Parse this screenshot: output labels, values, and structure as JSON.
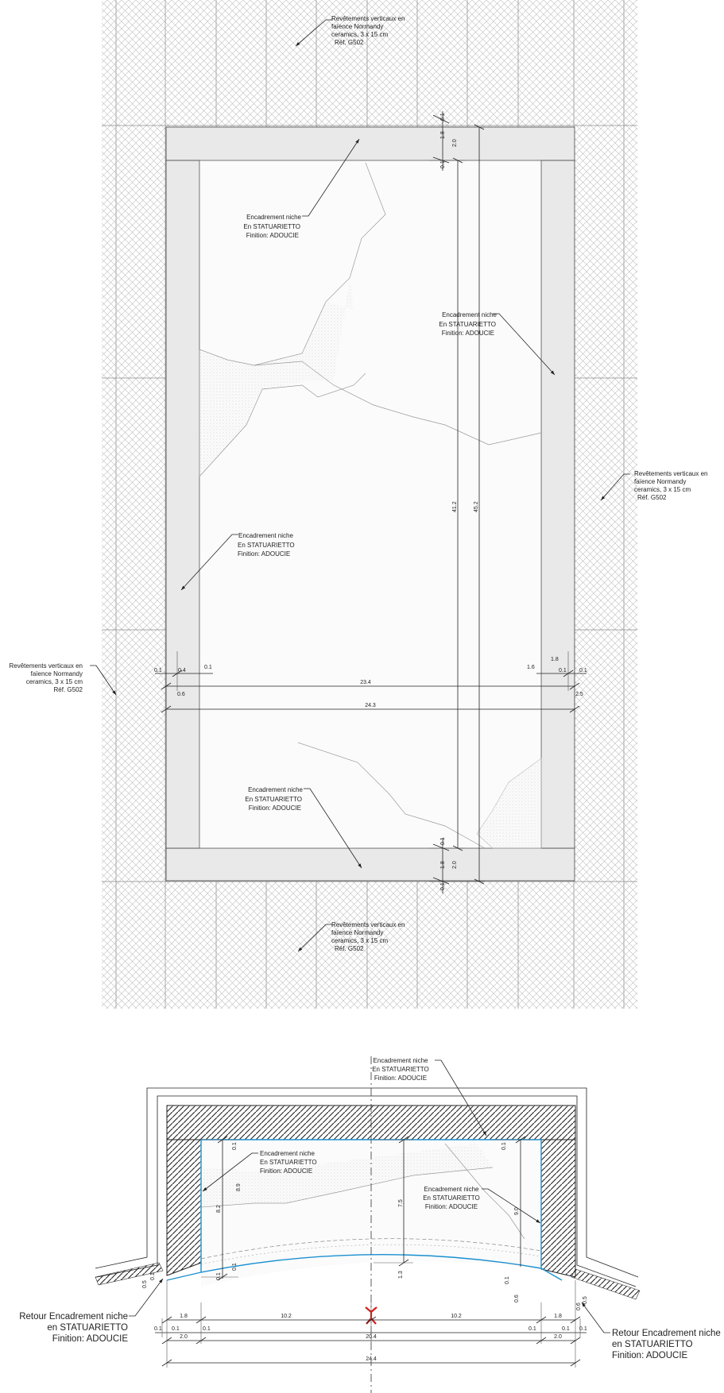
{
  "elevation": {
    "tile_labels": [
      "Revêtements verticaux  en faïence Normandy ceramics, 3 x 15 cm Réf. G502",
      "Revêtements verticaux  en faïence Normandy ceramics, 3 x 15 cm Réf. G502",
      "Revêtements verticaux  en faïence Normandy ceramics, 3 x 15 cm Réf. G502",
      "Revêtements verticaux  en faïence Normandy ceramics, 3 x 15 cm Réf. G502"
    ],
    "frame_label_lines": [
      "Encadrement niche",
      "En STATUARIETTO",
      "Finition: ADOUCIE"
    ],
    "tile_label_lines": [
      "Revêtements verticaux  en",
      "faïence Normandy",
      "ceramics, 3 x 15 cm",
      "Réf. G502"
    ],
    "dims": {
      "top_01a": "0.1",
      "top_18": "1.8",
      "top_01b": "0.1",
      "top_20": "2.0",
      "v_412": "41.2",
      "v_452": "45.2",
      "bot_01a": "0.1",
      "bot_18": "1.8",
      "bot_01b": "0.1",
      "bot_20": "2.0",
      "left_01a": "0.1",
      "left_04": "0.4",
      "left_01b": "0.1",
      "left_06": "0.6",
      "right_16": "1.6",
      "right_18": "1.8",
      "right_01a": "0.1",
      "right_01b": "0.1",
      "right_25": "2.5",
      "h_234": "23.4",
      "h_243": "24.3"
    }
  },
  "section": {
    "frame_label_lines": [
      "Encadrement niche",
      "En STATUARIETTO",
      "Finition: ADOUCIE"
    ],
    "return_label_lines": [
      "Retour Encadrement niche",
      "en STATUARIETTO",
      "Finition: ADOUCIE"
    ],
    "dims": {
      "d_01_tl": "0.1",
      "d_01_tr": "0.1",
      "d_89": "8.9",
      "d_82": "8.2",
      "d_75": "7.5",
      "d_90": "9.0",
      "d_01_bl": "0.1",
      "d_13": "1.3",
      "d_01_br": "0.1",
      "d_06": "0.6",
      "d_05_l": "0.5",
      "d_01_l": "0.1",
      "d_05_r": "0.5",
      "d_06_r": "0.6",
      "b_18_l": "1.8",
      "b_102_l": "10.2",
      "b_102_r": "10.2",
      "b_18_r": "1.8",
      "b_01_a": "0.1",
      "b_01_b": "0.1",
      "b_01_c": "0.1",
      "b_01_d": "0.1",
      "b_20_l": "2.0",
      "b_204": "20.4",
      "b_20_r": "2.0",
      "b_244": "24.4"
    }
  }
}
